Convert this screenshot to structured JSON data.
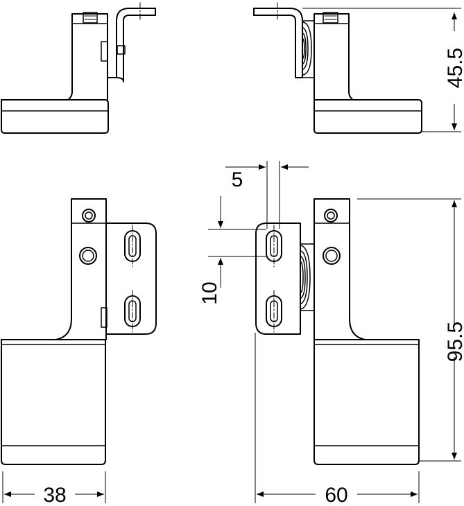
{
  "dimensions": {
    "height_top": "45.5",
    "height_front": "95.5",
    "slot_width": "5",
    "slot_spacing": "10",
    "width_left": "38",
    "width_right": "60"
  }
}
